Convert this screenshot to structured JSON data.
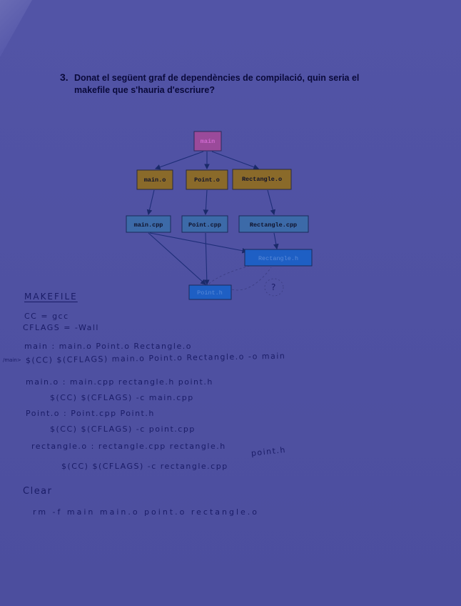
{
  "question": {
    "number": "3.",
    "line1": "Donat el següent graf de dependències de compilació, quin seria el",
    "line2": "makefile que s'hauria d'escriure?"
  },
  "graph": {
    "nodes": {
      "main": "main",
      "main_o": "main.o",
      "point_o": "Point.o",
      "rectangle_o": "Rectangle.o",
      "main_cpp": "main.cpp",
      "point_cpp": "Point.cpp",
      "rectangle_cpp": "Rectangle.cpp",
      "rectangle_h": "Rectangle.h",
      "point_h": "Point.h"
    },
    "question_mark": "?",
    "colors": {
      "exec": "#9a4a9a",
      "object": "#8a6a2a",
      "source": "#3c6aa8",
      "header": "#1e5fc4"
    }
  },
  "answer": {
    "title": "MAKEFILE",
    "lines": [
      "CC = gcc",
      "CFLAGS = -Wall",
      "main : main.o Point.o Rectangle.o",
      "$(CC) $(CFLAGS) main.o Point.o Rectangle.o -o main",
      "main.o : main.cpp rectangle.h point.h",
      "$(CC) $(CFLAGS) -c main.cpp",
      "Point.o : Point.cpp Point.h",
      "$(CC) $(CFLAGS) -c point.cpp",
      "rectangle.o : rectangle.cpp rectangle.h",
      "point.h",
      "$(CC) $(CFLAGS) -c rectangle.cpp",
      "Clear",
      "rm -f main main.o point.o rectangle.o"
    ],
    "margin_note": "/main>"
  }
}
